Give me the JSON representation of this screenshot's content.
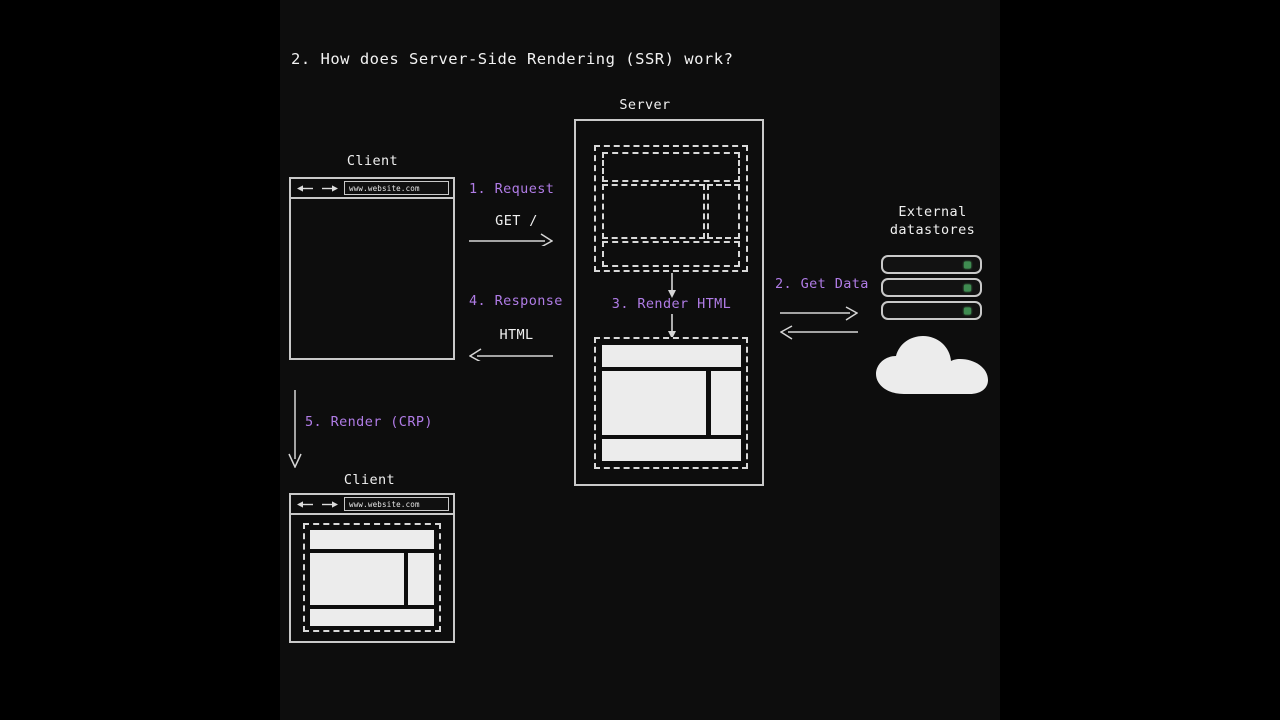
{
  "title": "2. How does Server-Side Rendering (SSR) work?",
  "colors": {
    "background": "#0d0d0d",
    "letterbox": "#000000",
    "stroke": "#c9c9c9",
    "accent_purple": "#b07ce6",
    "text": "#f0f0f0",
    "page_fill": "#ececec",
    "led_green": "#3f8c51"
  },
  "client_top": {
    "caption": "Client",
    "url": "www.website.com",
    "back_icon": "arrow-left-icon",
    "forward_icon": "arrow-right-icon",
    "viewport_state": "empty"
  },
  "client_bottom": {
    "caption": "Client",
    "url": "www.website.com",
    "back_icon": "arrow-left-icon",
    "forward_icon": "arrow-right-icon",
    "viewport_state": "rendered-page"
  },
  "server": {
    "caption": "Server",
    "template_state": "wireframe-skeleton",
    "output_state": "rendered-html",
    "render_label": "3. Render HTML"
  },
  "datastores": {
    "caption_line1": "External",
    "caption_line2": "datastores",
    "rack_count": 3,
    "racks": [
      {
        "name": "datastore-rack-1",
        "led": "green"
      },
      {
        "name": "datastore-rack-2",
        "led": "green"
      },
      {
        "name": "datastore-rack-3",
        "led": "green"
      }
    ],
    "cloud_icon": "cloud-icon"
  },
  "steps": {
    "request": "1. Request",
    "request_method": "GET /",
    "get_data": "2. Get Data",
    "render_html": "3. Render HTML",
    "response": "4. Response",
    "response_payload": "HTML",
    "render_crp": "5. Render (CRP)"
  }
}
